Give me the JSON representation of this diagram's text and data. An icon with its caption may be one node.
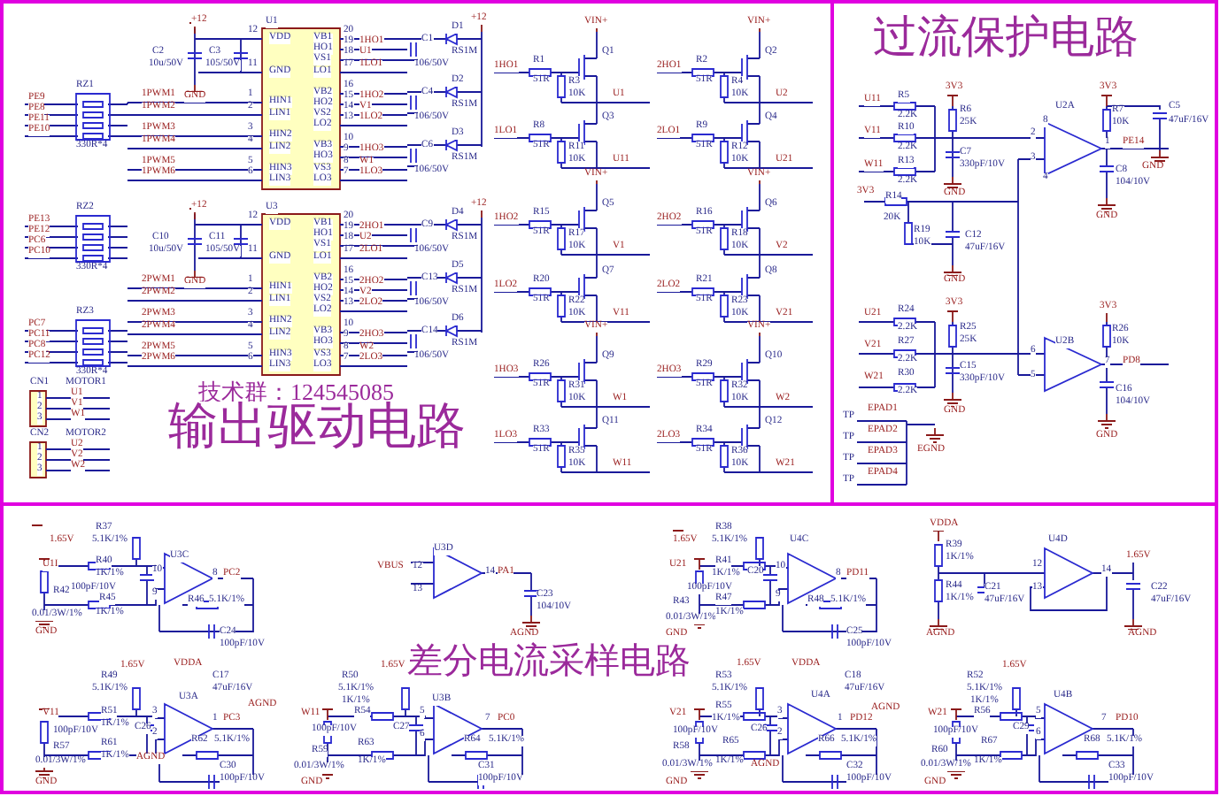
{
  "diagram": {
    "labels": [
      "过流保护电路",
      "技术群：124545085",
      "输出驱动电路",
      "差分电流采样电路",
      "RZ1",
      "PE9",
      "PE8",
      "PE11",
      "PE10",
      "330R*4",
      "RZ2",
      "PE13",
      "PE12",
      "PC6",
      "PC10",
      "330R*4",
      "RZ3",
      "PC7",
      "PC11",
      "PC8",
      "PC12",
      "330R*4",
      "+12",
      "C2",
      "10u/50V",
      "C3",
      "105/50V",
      "GND",
      "U1",
      "VDD",
      "GND",
      "HIN1",
      "LIN1",
      "HIN2",
      "LIN2",
      "HIN3",
      "LIN3",
      "12",
      "11",
      "1",
      "2",
      "3",
      "4",
      "5",
      "6",
      "VB1",
      "HO1",
      "VS1",
      "LO1",
      "VB2",
      "HO2",
      "VS2",
      "LO2",
      "VB3",
      "HO3",
      "VS3",
      "LO3",
      "20",
      "19",
      "18",
      "17",
      "16",
      "15",
      "14",
      "13",
      "10",
      "9",
      "8",
      "7",
      "1HO1",
      "U1",
      "1LO1",
      "1HO2",
      "V1",
      "1LO2",
      "1HO3",
      "W1",
      "1LO3",
      "1PWM1",
      "1PWM2",
      "1PWM3",
      "1PWM4",
      "1PWM5",
      "1PWM6",
      "+12",
      "C10",
      "10u/50V",
      "C11",
      "105/50V",
      "GND",
      "U3",
      "VDD",
      "GND",
      "HIN1",
      "LIN1",
      "HIN2",
      "LIN2",
      "HIN3",
      "LIN3",
      "12",
      "11",
      "1",
      "2",
      "3",
      "4",
      "5",
      "6",
      "VB1",
      "HO1",
      "VS1",
      "LO1",
      "VB2",
      "HO2",
      "VS2",
      "LO2",
      "VB3",
      "HO3",
      "VS3",
      "LO3",
      "20",
      "19",
      "18",
      "17",
      "16",
      "15",
      "14",
      "13",
      "10",
      "9",
      "8",
      "7",
      "2HO1",
      "U2",
      "2LO1",
      "2HO2",
      "V2",
      "2LO2",
      "2HO3",
      "W2",
      "2LO3",
      "2PWM1",
      "2PWM2",
      "2PWM3",
      "2PWM4",
      "2PWM5",
      "2PWM6",
      "+12",
      "D1",
      "C1",
      "RS1M",
      "106/50V",
      "D2",
      "C4",
      "RS1M",
      "106/50V",
      "D3",
      "C6",
      "RS1M",
      "106/50V",
      "+12",
      "D4",
      "C9",
      "RS1M",
      "106/50V",
      "D5",
      "C13",
      "RS1M",
      "106/50V",
      "D6",
      "C14",
      "RS1M",
      "106/50V",
      "CN1",
      "MOTOR1",
      "1",
      "2",
      "3",
      "U1",
      "V1",
      "W1",
      "CN2",
      "MOTOR2",
      "1",
      "2",
      "3",
      "U2",
      "V2",
      "W2",
      "VIN+",
      "VIN+",
      "1HO1",
      "R1",
      "51R",
      "R3",
      "10K",
      "Q1",
      "U1",
      "2HO1",
      "R2",
      "51R",
      "R4",
      "10K",
      "Q2",
      "U2",
      "1LO1",
      "R8",
      "51R",
      "R11",
      "10K",
      "Q3",
      "U11",
      "2LO1",
      "R9",
      "51R",
      "R12",
      "10K",
      "Q4",
      "U21",
      "VIN+",
      "VIN+",
      "1HO2",
      "R15",
      "51R",
      "R17",
      "10K",
      "Q5",
      "V1",
      "2HO2",
      "R16",
      "51R",
      "R18",
      "10K",
      "Q6",
      "V2",
      "1LO2",
      "R20",
      "51R",
      "R22",
      "10K",
      "Q7",
      "V11",
      "2LO2",
      "R21",
      "51R",
      "R23",
      "10K",
      "Q8",
      "V21",
      "VIN+",
      "VIN+",
      "1HO3",
      "R26",
      "51R",
      "R31",
      "10K",
      "Q9",
      "W1",
      "2HO3",
      "R29",
      "51R",
      "R32",
      "10K",
      "Q10",
      "W2",
      "1LO3",
      "R33",
      "51R",
      "R35",
      "10K",
      "Q11",
      "W11",
      "2LO3",
      "R34",
      "51R",
      "R36",
      "10K",
      "Q12",
      "W21",
      "U11",
      "R5",
      "2.2K",
      "V11",
      "R10",
      "2.2K",
      "W11",
      "R13",
      "2.2K",
      "3V3",
      "R6",
      "25K",
      "C7",
      "330pF/10V",
      "GND",
      "U2A",
      "8",
      "2",
      "3",
      "4",
      "1",
      "PE14",
      "3V3",
      "R7",
      "10K",
      "C8",
      "104/10V",
      "GND",
      "C5",
      "47uF/16V",
      "GND",
      "3V3",
      "R14",
      "20K",
      "R19",
      "10K",
      "C12",
      "47uF/16V",
      "GND",
      "U21",
      "R24",
      "2.2K",
      "V21",
      "R27",
      "2.2K",
      "W21",
      "R30",
      "2.2K",
      "3V3",
      "R25",
      "25K",
      "C15",
      "330pF/10V",
      "GND",
      "U2B",
      "6",
      "5",
      "7",
      "PD8",
      "3V3",
      "R26",
      "10K",
      "C16",
      "104/10V",
      "GND",
      "TP",
      "EPAD1",
      "TP",
      "EPAD2",
      "TP",
      "EPAD3",
      "TP",
      "EPAD4",
      "EGND",
      "1.65V",
      "R37",
      "5.1K/1%",
      "U1I",
      "R40",
      "1K/1%",
      "R42",
      "100pF/10V",
      "R45",
      "0.01/3W/1%",
      "1K/1%",
      "GND",
      "U3C",
      "10",
      "9",
      "8",
      "PC2",
      "R46",
      "5.1K/1%",
      "C24",
      "100pF/10V",
      "VBUS",
      "12",
      "13",
      "U3D",
      "14",
      "PA1",
      "C23",
      "104/10V",
      "AGND",
      "1.65V",
      "R38",
      "5.1K/1%",
      "U21",
      "R41",
      "1K/1%",
      "C20",
      "100pF/10V",
      "R43",
      "R47",
      "0.01/3W/1%",
      "1K/1%",
      "GND",
      "U4C",
      "10",
      "9",
      "8",
      "PD11",
      "R48",
      "5.1K/1%",
      "C25",
      "100pF/10V",
      "VDDA",
      "R39",
      "1K/1%",
      "R44",
      "1K/1%",
      "C21",
      "47uF/16V",
      "AGND",
      "U4D",
      "12",
      "13",
      "14",
      "1.65V",
      "C22",
      "47uF/16V",
      "AGND",
      "1.65V",
      "R49",
      "5.1K/1%",
      "VDDA",
      "C17",
      "47uF/16V",
      "AGND",
      "V11",
      "R51",
      "1K/1%",
      "C26",
      "100pF/10V",
      "3",
      "2",
      "U3A",
      "1",
      "PC3",
      "R57",
      "0.01/3W/1%",
      "R61",
      "1K/1%",
      "AGND",
      "R62",
      "5.1K/1%",
      "C30",
      "GND",
      "100pF/10V",
      "1.65V",
      "R50",
      "5.1K/1%",
      "1K/1%",
      "W11",
      "R54",
      "C27",
      "100pF/10V",
      "R59",
      "R63",
      "0.01/3W/1%",
      "1K/1%",
      "GND",
      "U3B",
      "5",
      "6",
      "7",
      "PC0",
      "R64",
      "5.1K/1%",
      "C31",
      "100pF/10V",
      "1.65V",
      "R53",
      "5.1K/1%",
      "V21",
      "R55",
      "1K/1%",
      "C26",
      "100pF/10V",
      "R58",
      "R65",
      "0.01/3W/1%",
      "1K/1%",
      "AGND",
      "GND",
      "VDDA",
      "U4A",
      "C18",
      "47uF/16V",
      "AGND",
      "3",
      "2",
      "1",
      "PD12",
      "R66",
      "5.1K/1%",
      "C32",
      "100pF/10V",
      "1.65V",
      "R52",
      "5.1K/1%",
      "1K/1%",
      "W21",
      "R56",
      "C29",
      "100pF/10V",
      "R60",
      "R67",
      "0.01/3W/1%",
      "1K/1%",
      "GND",
      "U4B",
      "5",
      "6",
      "7",
      "PD10",
      "R68",
      "5.1K/1%",
      "C33",
      "100pF/10V"
    ]
  }
}
